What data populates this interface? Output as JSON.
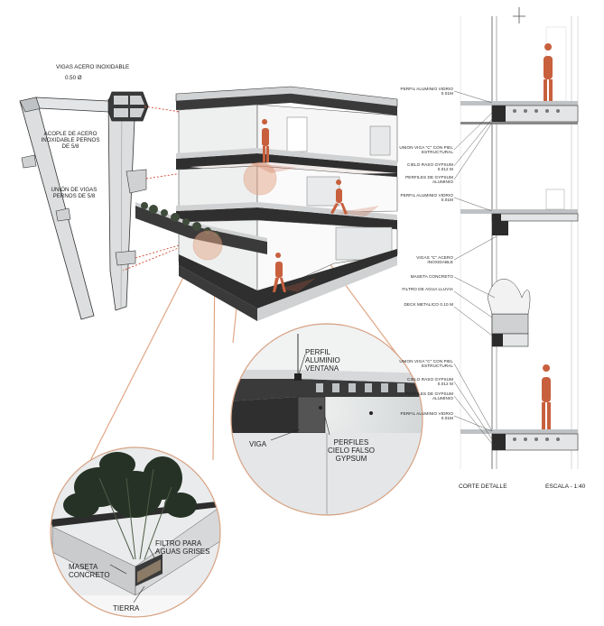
{
  "beam_detail": {
    "vigas_acero": "VIGAS ACERO INOXIDABLE",
    "vigas_diam": "0.50 Ø",
    "acople": "ACOPLE DE ACERO INOXIDABLE PERNOS DE 5/8",
    "union_vigas": "UNIÓN DE VIGAS PERNOS DE 5/8"
  },
  "window_zoom": {
    "perfil_ventana": "PERFIL ALUMINIO VENTANA",
    "viga": "VIGA",
    "perfiles_cielo": "PERFILES CIELO FALSO GYPSUM"
  },
  "planter_zoom": {
    "filtro": "FILTRO PARA AGUAS GRISES",
    "maseta": "MASETA CONCRETO",
    "tierra": "TIERRA"
  },
  "section": {
    "labels": [
      "PERFIL ALUMINIO VIDRIO 0.01m",
      "UNION VIGA \"C\" CON PIEL ESTRUCTURAL",
      "CIELO RASO GYPSUM 0.012 m",
      "PERFILES DE GYPSUM ALUMINIO",
      "PERFIL ALUMINIO VIDRIO 0.01m",
      "VIGAS \"C\" ACERO INOXIDABLE",
      "MASETA CONCRETO",
      "FILTRO DE AGUA LLUVIA",
      "DECK METALICO 0.10 m",
      "UNION VIGA \"C\" CON PIEL ESTRUCTURAL",
      "CIELO RASO GYPSUM 0.012 m",
      "PERFILES DE GYPSUM ALUMINIO",
      "PERFIL ALUMINIO VIDRIO 0.01m"
    ],
    "title": "CORTE DETALLE",
    "scale": "ESCALA - 1:40"
  },
  "colors": {
    "figure": "#c8603e",
    "steel": "#d5d7d8",
    "dark": "#2a2a2a",
    "callout": "#e0a685",
    "dotted": "#d14a30"
  }
}
